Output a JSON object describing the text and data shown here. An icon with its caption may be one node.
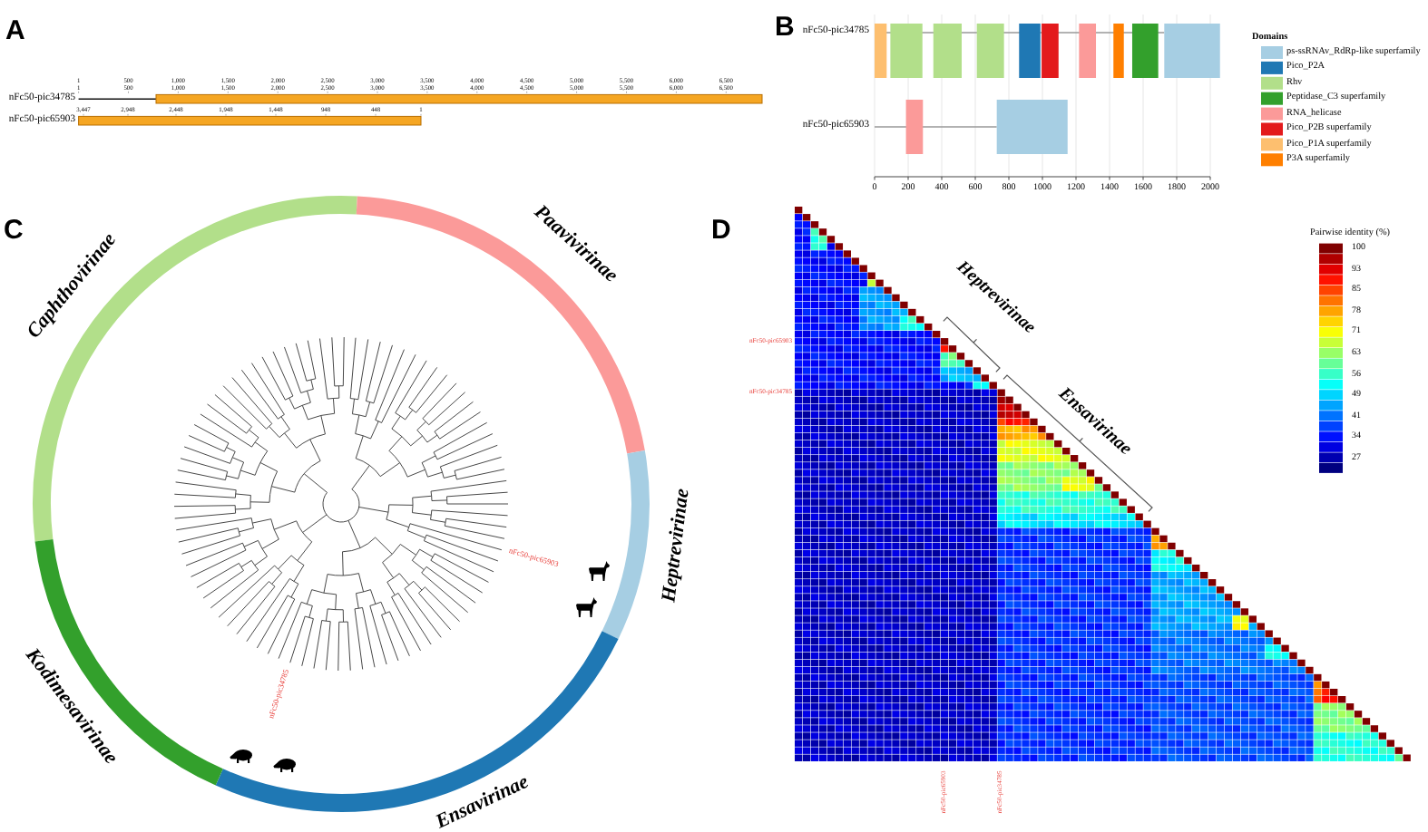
{
  "diagram": {
    "labels": [
      "A",
      "nFc50-pic34785",
      "1",
      "500",
      "1,000",
      "1,500",
      "2,000",
      "2,500",
      "3,000",
      "3,500",
      "4,000",
      "4,500",
      "5,000",
      "5,500",
      "6,000",
      "6,500",
      "1",
      "500",
      "1,000",
      "1,500",
      "2,000",
      "2,500",
      "3,000",
      "3,500",
      "4,000",
      "4,500",
      "5,000",
      "5,500",
      "6,000",
      "6,500",
      "nFc50-pic65903",
      "3,447",
      "2,948",
      "2,448",
      "1,948",
      "1,448",
      "948",
      "448",
      "1",
      "B",
      "nFc50-pic34785",
      "nFc50-pic65903",
      "0",
      "200",
      "400",
      "600",
      "800",
      "1000",
      "1200",
      "1400",
      "1600",
      "1800",
      "2000",
      "Domains",
      "C",
      "Caphthovirinae",
      "Paavivirinae",
      "Heptrevirinae",
      "nFc50-pic65903",
      "nFc50-pic34785",
      "Kodimesavirinae",
      "Ensavirinae",
      "D",
      "nFc50-pic65903",
      "nFc50-pic34785",
      "Heptrevirinae",
      "Ensavirinae",
      "Pairwise identity (%)",
      "100",
      "93",
      "85",
      "78",
      "71",
      "63",
      "56",
      "49",
      "41",
      "34",
      "27",
      "nFc50-pic65903",
      "nFc50-pic34785"
    ],
    "legend": [
      {
        "text": "ps-ssRNAv_RdRp-like superfamily",
        "color": "#a6cee3"
      },
      {
        "text": "Pico_P2A",
        "color": "#1f78b4"
      },
      {
        "text": "Rhv",
        "color": "#b2df8a"
      },
      {
        "text": "Peptidase_C3 superfamily",
        "color": "#33a02c"
      },
      {
        "text": "RNA_helicase",
        "color": "#fb9a99"
      },
      {
        "text": "Pico_P2B superfamily",
        "color": "#e31a1c"
      },
      {
        "text": "Pico_P1A superfamily",
        "color": "#fdbf6f"
      },
      {
        "text": "P3A superfamily",
        "color": "#ff7f00"
      }
    ]
  }
}
